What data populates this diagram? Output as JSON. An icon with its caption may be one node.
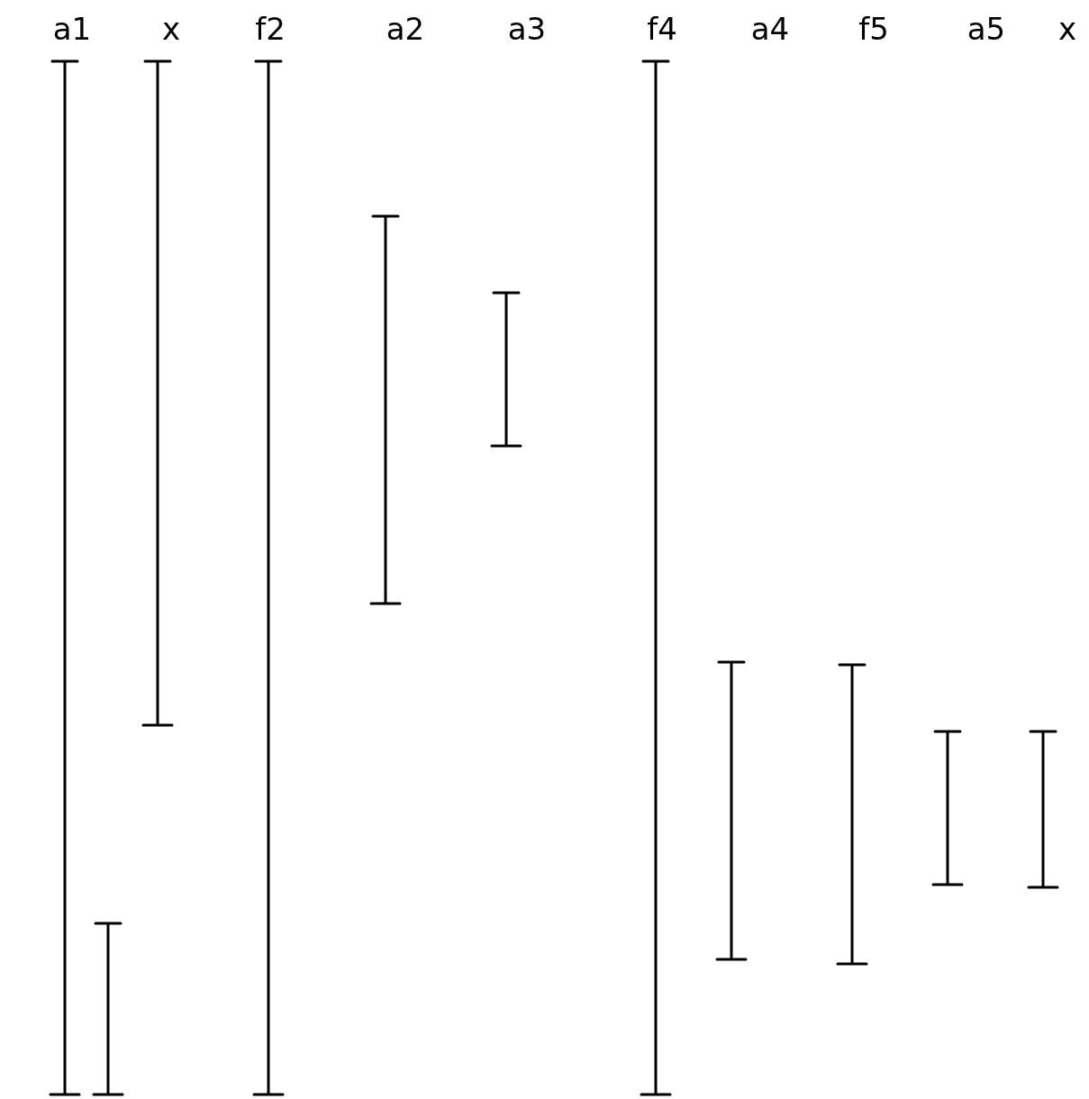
{
  "diagram": {
    "labels": [
      "a1",
      "x",
      "f2",
      "a2",
      "a3",
      "f4",
      "a4",
      "f5",
      "a5",
      "x"
    ]
  }
}
